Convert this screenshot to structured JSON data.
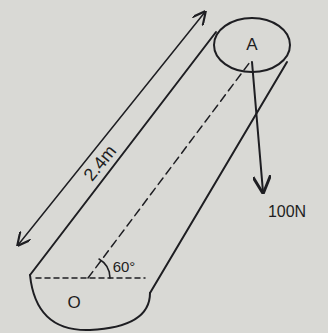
{
  "diagram": {
    "labels": [
      "2.4m",
      "A",
      "60°",
      "O",
      "100N"
    ]
  }
}
